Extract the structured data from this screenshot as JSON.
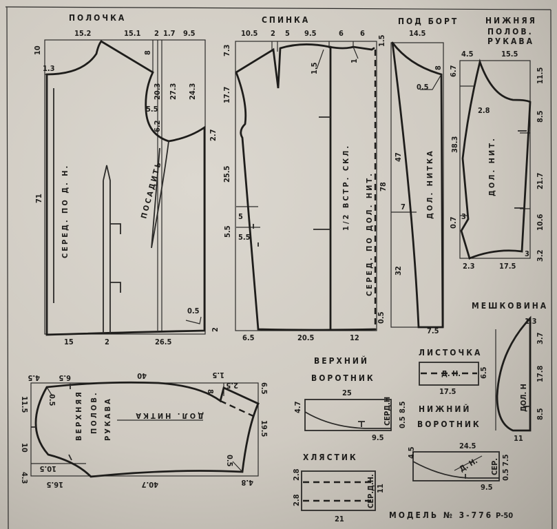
{
  "titles": {
    "polochka": "ПОЛОЧКА",
    "spinka": "СПИНКА",
    "podbort": "ПОД БОРТ",
    "nizh_rukav": [
      "НИЖНЯЯ",
      "ПОЛОВ.",
      "РУКАВА"
    ],
    "meshkovina": "МЕШКОВИНА",
    "verkh_vorotnik": [
      "ВЕРХНИЙ",
      "ВОРОТНИК"
    ],
    "listochka": "ЛИСТОЧКА",
    "nizh_vorotnik": [
      "НИЖНИЙ",
      "ВОРОТНИК"
    ],
    "hlyastik": "ХЛЯСТИК",
    "verkh_rukav": [
      "ВЕРХНЯЯ",
      "ПОЛОВ.",
      "РУКАВА"
    ]
  },
  "labels": {
    "polochka_center": "СЕРЕД. ПО Д. Н.",
    "posadit": "ПОСАДИТЬ",
    "spinka_fold": "1/2 ВСТР. СКЛ.",
    "spinka_center": "СЕРЕД. ПО ДОЛ. НИТ.",
    "podbort_grain": "ДОЛ. НИТКА",
    "nizh_rukav_grain": "ДОЛ. НИТ.",
    "verkh_rukav_grain": "ДОЛ. НИТКА",
    "meshkovina_grain": "ДОЛ. Н",
    "listochka_grain": "Д. Н.",
    "verkh_vorotnik_center": "СЕРД.Н",
    "nizh_vorotnik_grain": "Д. Н.",
    "nizh_vorotnik_center": "СЕР.",
    "hlyastik_center": "СЕР.Д.Н."
  },
  "footer": {
    "model": "МОДЕЛЬ № 3-776",
    "size": "Р-50"
  },
  "dims": {
    "polochka": [
      "15.2",
      "15.1",
      "2",
      "1.7",
      "9.5",
      "10",
      "1.3",
      "8",
      "20.3",
      "27.3",
      "24.3",
      "5.5",
      "6.2",
      "2.7",
      "71",
      "0.5",
      "15",
      "2",
      "26.5",
      "2"
    ],
    "spinka": [
      "10.5",
      "2",
      "5",
      "9.5",
      "6",
      "6",
      "1.5",
      "7.3",
      "1.5",
      "1",
      "17.7",
      "25.5",
      "5",
      "5.5",
      "5.5",
      "78",
      "0.5",
      "6.5",
      "20.5",
      "12"
    ],
    "podbort": [
      "14.5",
      "8",
      "0.5",
      "47",
      "7",
      "32",
      "7.5"
    ],
    "nizh_rukav": [
      "4.5",
      "15.5",
      "6.7",
      "2.8",
      "11.5",
      "8.5",
      "38.3",
      "21.7",
      "3",
      "0.7",
      "10.6",
      "3",
      "3.2",
      "2.3",
      "17.5"
    ],
    "meshkovina": [
      "1.3",
      "3.7",
      "17.8",
      "8.5",
      "11"
    ],
    "verkh_rukav": [
      "4.5",
      "6.5",
      "40",
      "1.5",
      "2.5",
      "6.5",
      "8",
      "0.5",
      "11.5",
      "10",
      "19.5",
      "0.5",
      "10.5",
      "4.3",
      "16.5",
      "40.7",
      "4.8"
    ],
    "verkh_vorotnik": [
      "25",
      "4.7",
      "8.5",
      "0.5",
      "9.5"
    ],
    "listochka": [
      "6.5",
      "17.5"
    ],
    "nizh_vorotnik": [
      "24.5",
      "4.5",
      "7.5",
      "0.5",
      "9.5"
    ],
    "hlyastik": [
      "2.8",
      "2.8",
      "11",
      "21"
    ]
  }
}
